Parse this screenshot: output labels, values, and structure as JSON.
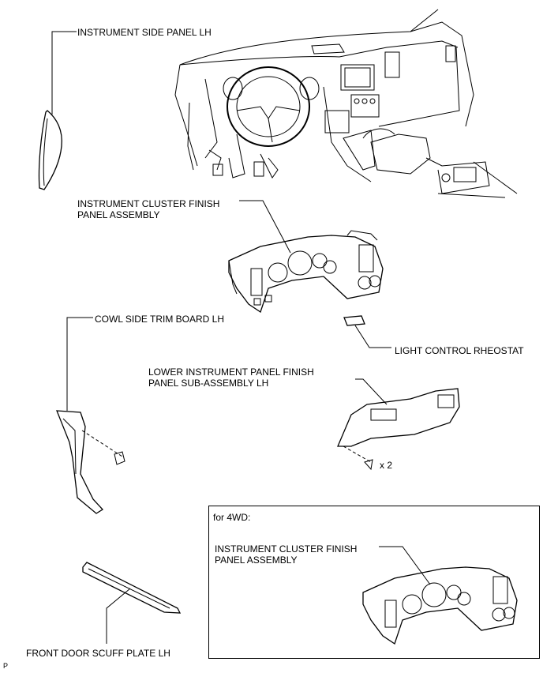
{
  "labels": {
    "instrument_side_panel": "INSTRUMENT SIDE PANEL LH",
    "cluster_finish_line1": "INSTRUMENT CLUSTER FINISH",
    "cluster_finish_line2": "PANEL ASSEMBLY",
    "cowl_side_trim": "COWL SIDE TRIM BOARD LH",
    "light_control_rheostat": "LIGHT CONTROL RHEOSTAT",
    "lower_panel_line1": "LOWER INSTRUMENT PANEL FINISH",
    "lower_panel_line2": "PANEL SUB-ASSEMBLY LH",
    "bolt_qty": "x 2",
    "for_4wd": "for 4WD:",
    "cluster_4wd_line1": "INSTRUMENT CLUSTER FINISH",
    "cluster_4wd_line2": "PANEL ASSEMBLY",
    "scuff_plate": "FRONT DOOR SCUFF PLATE LH",
    "page_marker": "P"
  }
}
